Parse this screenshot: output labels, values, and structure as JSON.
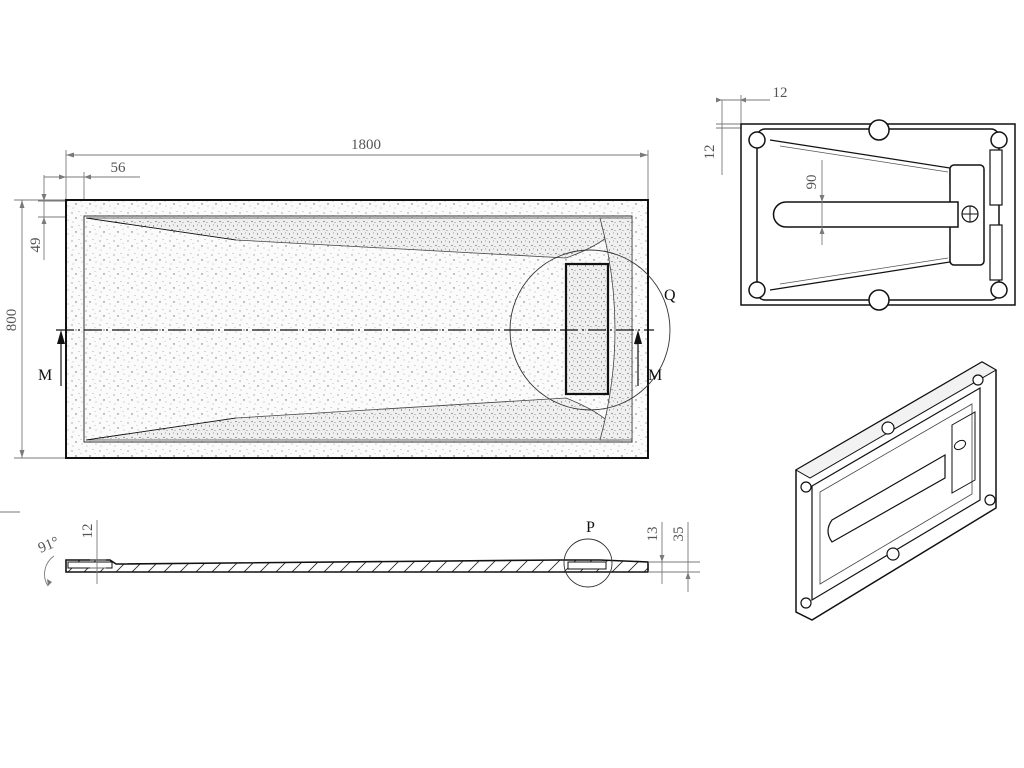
{
  "plan_view": {
    "dim_length": "1800",
    "dim_width": "800",
    "dim_rim_x": "56",
    "dim_rim_y": "49",
    "section_label_left": "M",
    "section_label_right": "M",
    "detail_label": "Q"
  },
  "section_view": {
    "angle": "91°",
    "dim_thickness_left": "12",
    "dim_right_a": "13",
    "dim_right_b": "35",
    "detail_label": "P"
  },
  "underside_view": {
    "dim_rib_h": "12",
    "dim_rib_v": "12",
    "dim_channel": "90"
  }
}
